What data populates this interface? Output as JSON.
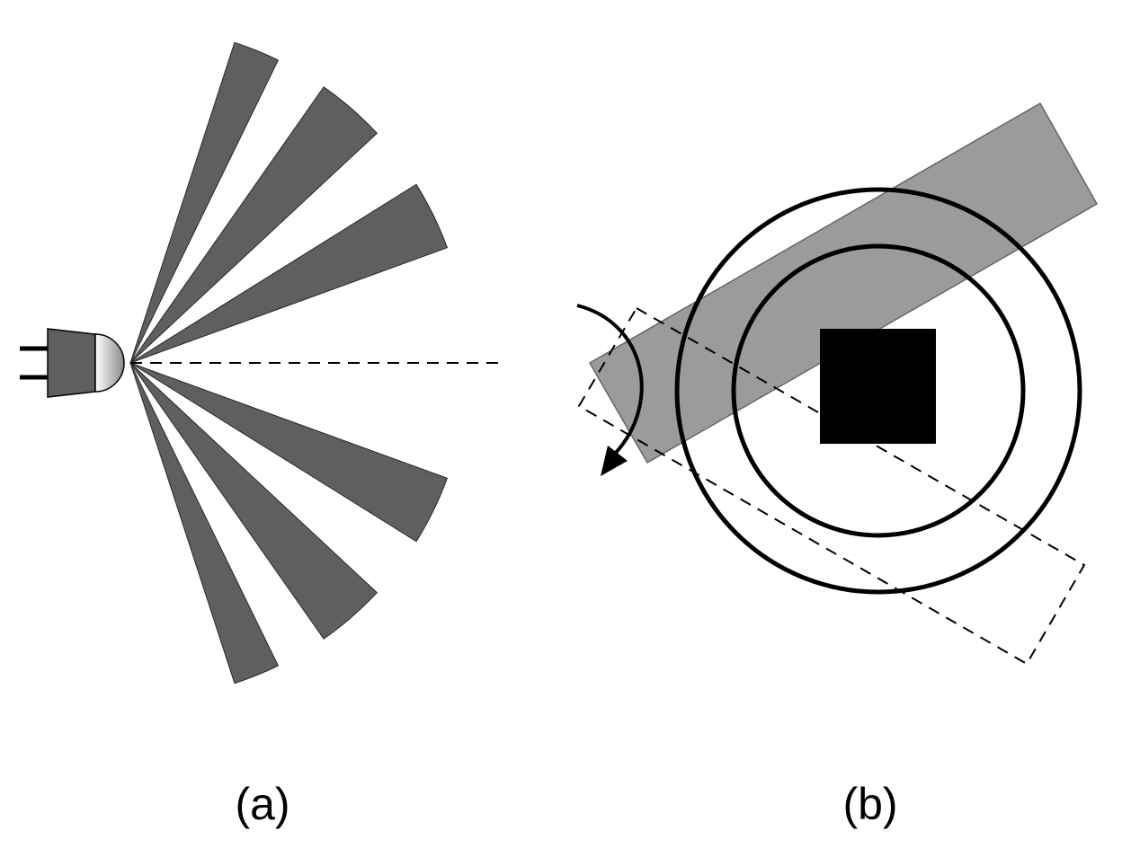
{
  "panels": {
    "a": {
      "label": "(a)",
      "beam_count": 6,
      "colors": {
        "beam": "#5f5f5f",
        "emitter_body": "#5f5f5f",
        "emitter_lens_light": "#ffffff",
        "emitter_lens_dark": "#8a8a8a",
        "axis": "#000000"
      }
    },
    "b": {
      "label": "(b)",
      "colors": {
        "bar": "#9b9b9b",
        "target": "#000000",
        "ring": "#000000"
      }
    }
  }
}
